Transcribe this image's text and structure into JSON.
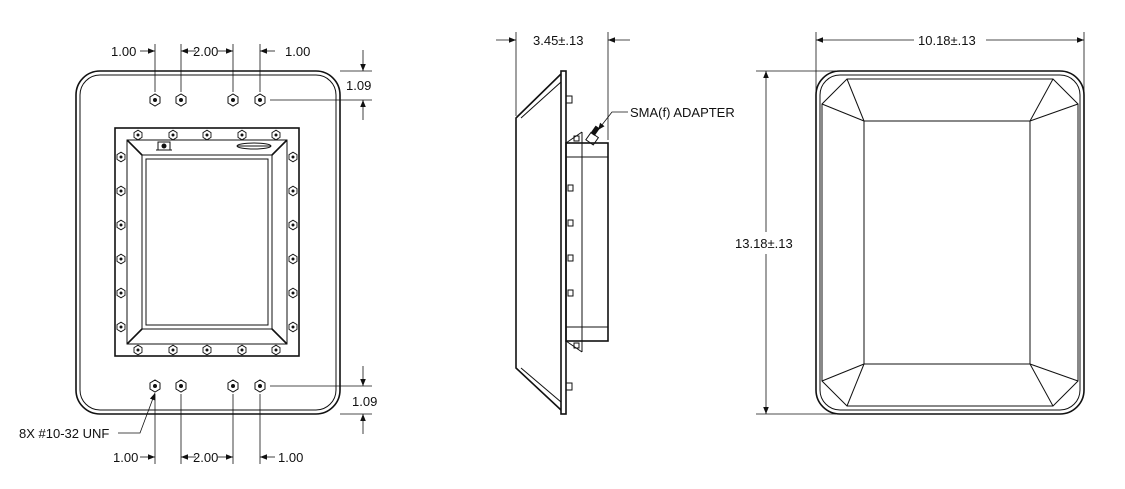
{
  "front_view": {
    "top_dims": [
      "1.00",
      "2.00",
      "1.00"
    ],
    "bottom_dims": [
      "1.00",
      "2.00",
      "1.00"
    ],
    "top_offset": "1.09",
    "bottom_offset": "1.09",
    "hole_callout": "8X #10-32 UNF"
  },
  "side_view": {
    "depth_dim": "3.45±.13",
    "connector_callout": "SMA(f) ADAPTER"
  },
  "rear_view": {
    "width_dim": "10.18±.13",
    "height_dim": "13.18±.13"
  }
}
